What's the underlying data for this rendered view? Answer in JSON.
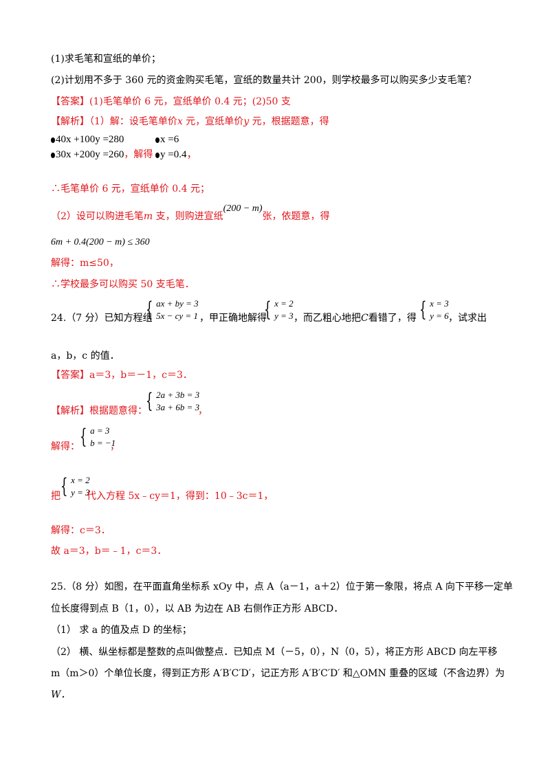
{
  "q23": {
    "part1": "(1)求毛笔和宣纸的单价；",
    "part2": "(2)计划用不多于 360 元的资金购买毛笔，宣纸的数量共计 200，则学校最多可以购买多少支毛笔？",
    "answer": "【答案】(1)毛笔单价 6 元，宣纸单价 0.4 元；(2)50 支",
    "analysis_label": "【解析】",
    "analysis_text": "（1）解：设毛笔单价",
    "analysis_x": "x",
    "analysis_mid": " 元，宣纸单价",
    "analysis_y": "y",
    "analysis_end": " 元，根据题意，得",
    "eq1a": "40x +100y =280",
    "eq1b": "30x +200y =260",
    "solve_word": "，解得",
    "sol1a": "x =6",
    "sol1b": "y =0.4",
    "sol_end": "，",
    "conclusion1": "∴毛笔单价 6 元，宣纸单价 0.4 元；",
    "part2_setup_a": "（2）设可以购进毛笔",
    "part2_m": "m",
    "part2_setup_b": " 支，则购进宣纸",
    "part2_expr": "(200 − m)",
    "part2_setup_c": "张，依题意，得",
    "inequality": "6m + 0.4(200 − m) ≤ 360",
    "solve2": "解得：m≤50，",
    "conclusion2": "∴学校最多可以购买 50 支毛笔．"
  },
  "q24": {
    "stem_a": "24.（7 分）已知方程组",
    "sys1a": "ax + by = 3",
    "sys1b": "5x − cy = 1",
    "stem_b": "，甲正确地解得",
    "sys2a": "x = 2",
    "sys2b": "y = 3",
    "stem_c": "，而乙粗心地把",
    "stem_C": "C",
    "stem_d": "看错了，得",
    "sys3a": "x = 3",
    "sys3b": "y = 6",
    "stem_e": "，试求出",
    "stem_line2": "a，b，c 的值．",
    "answer": "【答案】a＝3，b＝－1，c＝3．",
    "analysis_label": "【解析】根据题意得：",
    "sys4a": "2a + 3b = 3",
    "sys4b": "3a + 6b = 3",
    "sys4_end": "，",
    "solve_label": "解得：",
    "sys5a": "a = 3",
    "sys5b": "b = −1",
    "sys5_end": "，",
    "sub_a": "把",
    "sys6a": "x = 2",
    "sys6b": "y = 3",
    "sub_b": "代入方程 5x﹣cy＝1，得到：10﹣3c＝1，",
    "solve_c": "解得：c＝3．",
    "final": "故 a＝3，b＝﹣1，c＝3．"
  },
  "q25": {
    "line1": "25.（8 分）如图，在平面直角坐标系 xOy 中，点 A（a－1，a＋2）位于第一象限，将点 A 向下平移一定单",
    "line2": "位长度得到点 B（1，0），以 AB 为边在 AB 右侧作正方形 ABCD．",
    "part1": "（1） 求 a 的值及点 D 的坐标；",
    "part2_l1": "（2） 横、纵坐标都是整数的点叫做整点．已知点 M（－5，0），N（0，5），将正方形 ABCD 向左平移",
    "part2_l2": "m（m＞0）个单位长度，得到正方形 A′B′C′D′，记正方形 A′B′C′D′ 和△OMN 重叠的区域（不含边界）为",
    "part2_l3": "W．"
  },
  "colors": {
    "answer_red": "#e0151b",
    "text": "#000000"
  }
}
